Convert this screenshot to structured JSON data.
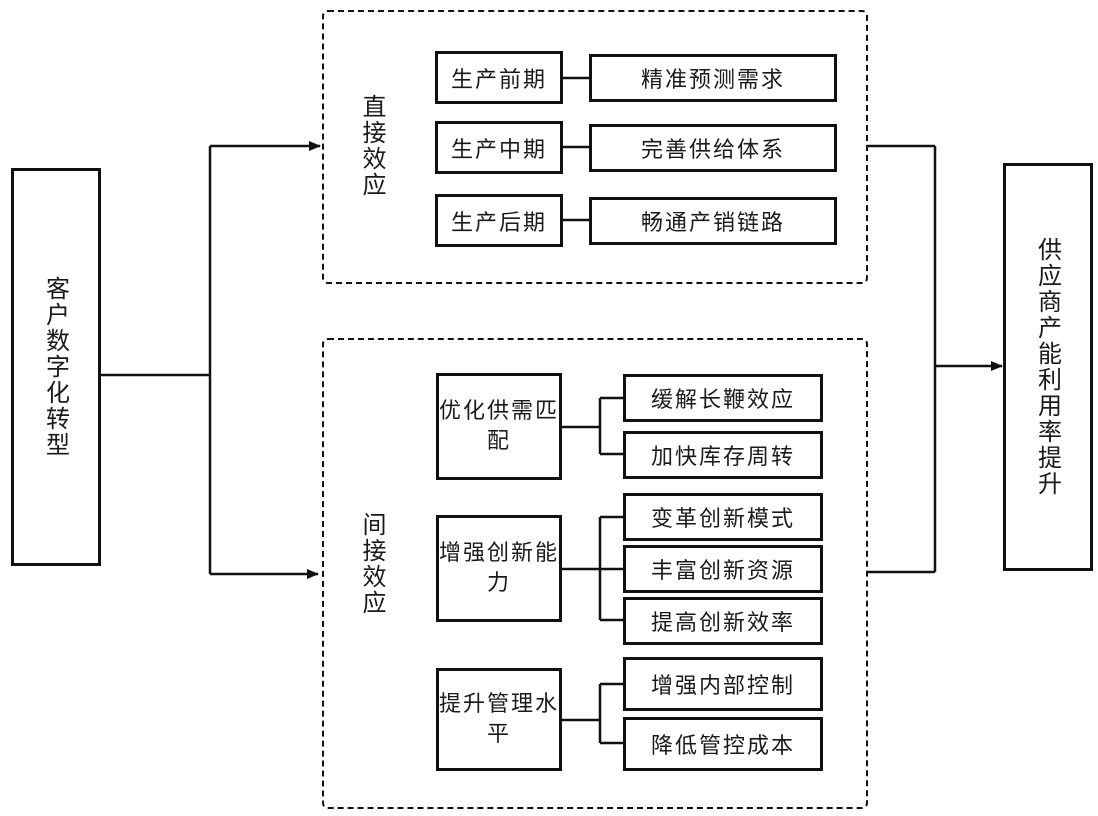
{
  "source": {
    "label": "客户数字化转型"
  },
  "target": {
    "label": "供应商产能利用率提升"
  },
  "groups": [
    {
      "label": "直接效应",
      "rows": [
        {
          "stage": "生产前期",
          "effect": "精准预测需求"
        },
        {
          "stage": "生产中期",
          "effect": "完善供给体系"
        },
        {
          "stage": "生产后期",
          "effect": "畅通产销链路"
        }
      ]
    },
    {
      "label": "间接效应",
      "mechanisms": [
        {
          "label": "优化供需匹配",
          "children": [
            "缓解长鞭效应",
            "加快库存周转"
          ]
        },
        {
          "label": "增强创新能力",
          "children": [
            "变革创新模式",
            "丰富创新资源",
            "提高创新效率"
          ]
        },
        {
          "label": "提升管理水平",
          "children": [
            "增强内部控制",
            "降低管控成本"
          ]
        }
      ]
    }
  ]
}
